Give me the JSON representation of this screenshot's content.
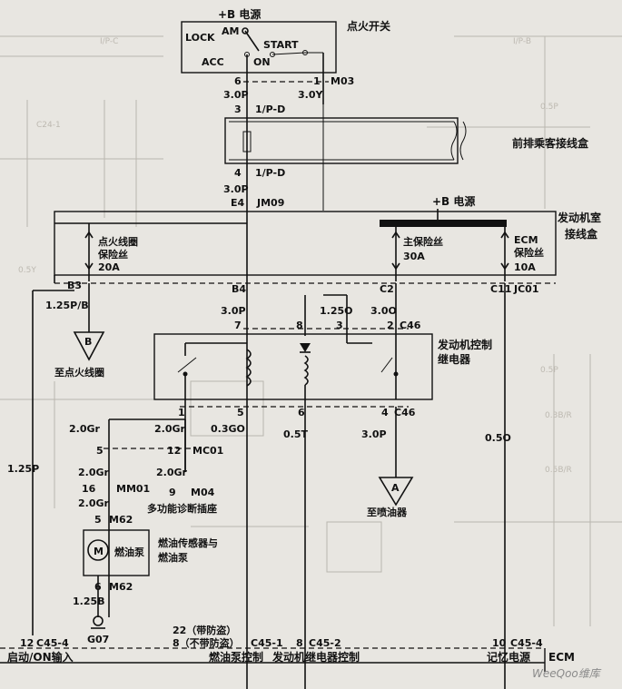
{
  "ignition": {
    "power": "+B 电源",
    "title": "点火开关",
    "lock": "LOCK",
    "am": "AM",
    "start": "START",
    "acc": "ACC",
    "on": "ON",
    "pin_left": "6",
    "pin_right": "1",
    "conn": "M03",
    "wire_left": "3.0P",
    "wire_right": "3.0Y"
  },
  "junction": {
    "pin_top": "3",
    "conn_top": "1/P-D",
    "title": "前排乘客接线盒",
    "pin_bot": "4",
    "conn_bot": "1/P-D",
    "wire_below": "3.0P",
    "e4": "E4",
    "jm09": "JM09"
  },
  "engine_box": {
    "power": "+B 电源",
    "title1": "发动机室",
    "title2": "接线盒",
    "fuse_coil_1": "点火线圈",
    "fuse_coil_2": "保险丝",
    "fuse_coil_amp": "20A",
    "main_fuse": "主保险丝",
    "main_amp": "30A",
    "ecm_fuse_1": "ECM",
    "ecm_fuse_2": "保险丝",
    "ecm_amp": "10A",
    "b3": "B3",
    "b4": "B4",
    "c2": "C2",
    "c11": "C11",
    "jc01": "JC01"
  },
  "relay": {
    "title1": "发动机控制",
    "title2": "继电器",
    "pin7": "7",
    "pin8": "8",
    "pin3": "3",
    "pin2": "2",
    "conn_top": "C46",
    "pin1": "1",
    "pin5": "5",
    "pin6": "6",
    "pin4": "4",
    "conn_bot": "C46",
    "w_b4": "3.0P",
    "w_125o": "1.25O",
    "w_30o": "3.0O"
  },
  "coil": {
    "wire": "1.25P/B",
    "label": "B",
    "dest": "至点火线圈"
  },
  "fuel": {
    "w1": "2.0Gr",
    "w2": "2.0Gr",
    "w3": "2.0Gr",
    "w4": "2.0Gr",
    "w5": "2.0Gr",
    "w_on": "1.25P",
    "pin5a": "5",
    "pin12": "12",
    "mc01": "MC01",
    "pin16": "16",
    "mm01": "MM01",
    "pin9": "9",
    "m04": "M04",
    "diag": "多功能诊断插座",
    "pin5b": "5",
    "m62a": "M62",
    "pump": "燃油泵",
    "sensor1": "燃油传感器与",
    "sensor2": "燃油泵",
    "pin6": "6",
    "m62b": "M62",
    "wire_gnd": "1.25B",
    "gnd": "G07",
    "motor": "M"
  },
  "lower": {
    "w_gold": "0.3GO",
    "w_05t": "0.5T",
    "w_inj": "3.0P",
    "inj_label": "A",
    "inj_dest": "至喷油器",
    "w_05o": "0.5O"
  },
  "ecm": {
    "pin12": "12",
    "c454a": "C45-4",
    "pin22": "22（带防盗）",
    "pin8": "8（不带防盗）",
    "c451": "C45-1",
    "pin8b": "8",
    "c452": "C45-2",
    "pin10": "10",
    "c454b": "C45-4",
    "in_start": "启动/ON输入",
    "in_fuel": "燃油泵控制",
    "in_relay": "发动机继电器控制",
    "in_mem": "记忆电源",
    "ecm": "ECM"
  },
  "watermark": "WeeQoo维库"
}
